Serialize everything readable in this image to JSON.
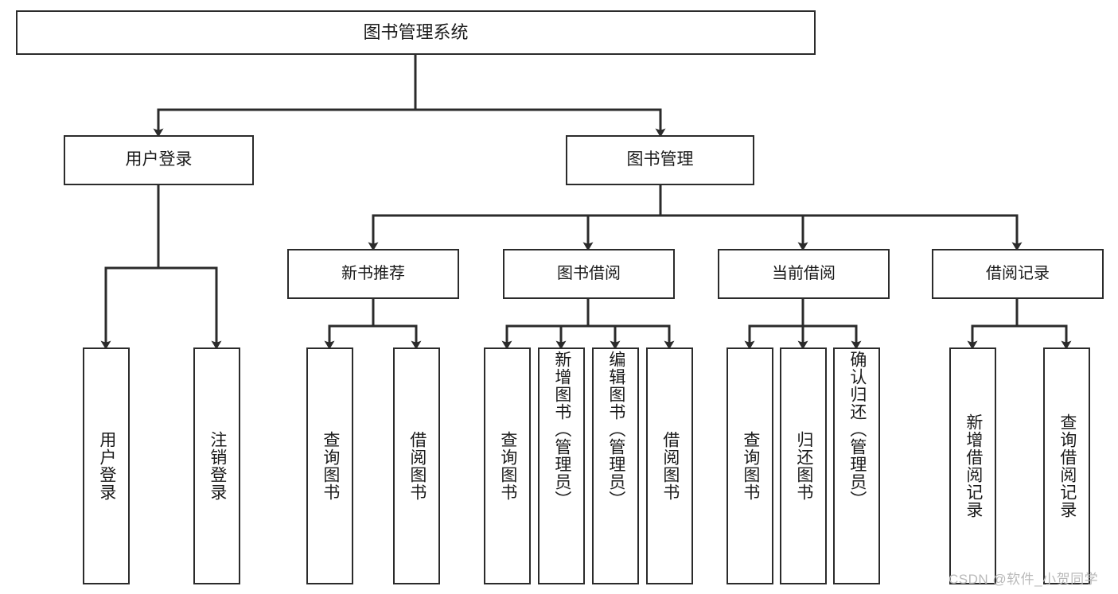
{
  "diagram": {
    "title": "图书管理系统",
    "type": "tree",
    "root": {
      "id": "root",
      "label": "图书管理系统"
    },
    "level1": [
      {
        "id": "user-login",
        "label": "用户登录"
      },
      {
        "id": "book-manage",
        "label": "图书管理"
      }
    ],
    "level2": [
      {
        "id": "new-book-recommend",
        "label": "新书推荐",
        "parent": "book-manage"
      },
      {
        "id": "book-borrow",
        "label": "图书借阅",
        "parent": "book-manage"
      },
      {
        "id": "current-borrow",
        "label": "当前借阅",
        "parent": "book-manage"
      },
      {
        "id": "borrow-record",
        "label": "借阅记录",
        "parent": "book-manage"
      }
    ],
    "leaves": [
      {
        "id": "leaf-user-login",
        "label": "用户登录",
        "parent": "user-login"
      },
      {
        "id": "leaf-logout-login",
        "label": "注销登录",
        "parent": "user-login"
      },
      {
        "id": "leaf-query-book-1",
        "label": "查询图书",
        "parent": "new-book-recommend"
      },
      {
        "id": "leaf-borrow-book-1",
        "label": "借阅图书",
        "parent": "new-book-recommend"
      },
      {
        "id": "leaf-query-book-2",
        "label": "查询图书",
        "parent": "book-borrow"
      },
      {
        "id": "leaf-add-book",
        "label": "新增图书（管理员）",
        "parent": "book-borrow"
      },
      {
        "id": "leaf-edit-book",
        "label": "编辑图书（管理员）",
        "parent": "book-borrow"
      },
      {
        "id": "leaf-borrow-book-2",
        "label": "借阅图书",
        "parent": "book-borrow"
      },
      {
        "id": "leaf-query-book-3",
        "label": "查询图书",
        "parent": "current-borrow"
      },
      {
        "id": "leaf-return-book",
        "label": "归还图书",
        "parent": "current-borrow"
      },
      {
        "id": "leaf-confirm-return",
        "label": "确认归还（管理员）",
        "parent": "current-borrow"
      },
      {
        "id": "leaf-add-record",
        "label": "新增借阅记录",
        "parent": "borrow-record"
      },
      {
        "id": "leaf-query-record",
        "label": "查询借阅记录",
        "parent": "borrow-record"
      }
    ]
  },
  "watermark": {
    "text": "CSDN @软件_小贺同学"
  },
  "colors": {
    "border": "#2b2b2b",
    "background": "#ffffff",
    "text": "#1a1a1a",
    "watermark": "#b9b9b9"
  }
}
